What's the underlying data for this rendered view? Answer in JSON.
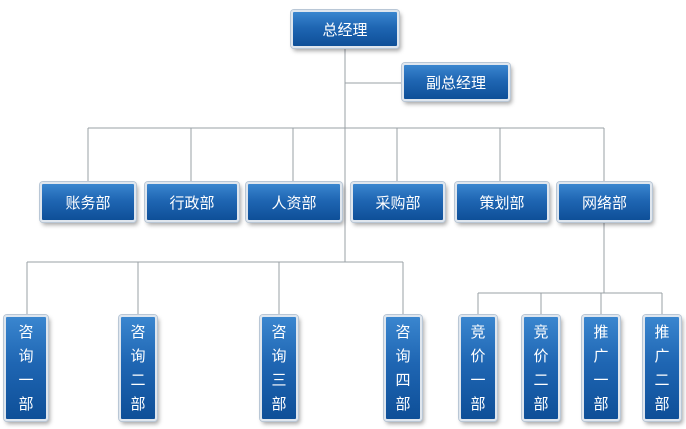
{
  "nodes": {
    "ceo": "总经理",
    "deputy": "副总经理",
    "dept_1": "账务部",
    "dept_2": "行政部",
    "dept_3": "人资部",
    "dept_4": "采购部",
    "dept_5": "策划部",
    "dept_6": "网络部",
    "consult_1": "咨询一部",
    "consult_2": "咨询二部",
    "consult_3": "咨询三部",
    "consult_4": "咨询四部",
    "bid_1": "竞价一部",
    "bid_2": "竞价二部",
    "promo_1": "推广一部",
    "promo_2": "推广二部"
  },
  "colors": {
    "box_top": "#3a86cf",
    "box_bottom": "#0e4f98",
    "box_border": "#dfe6ee",
    "connector": "#9aa0a6"
  }
}
